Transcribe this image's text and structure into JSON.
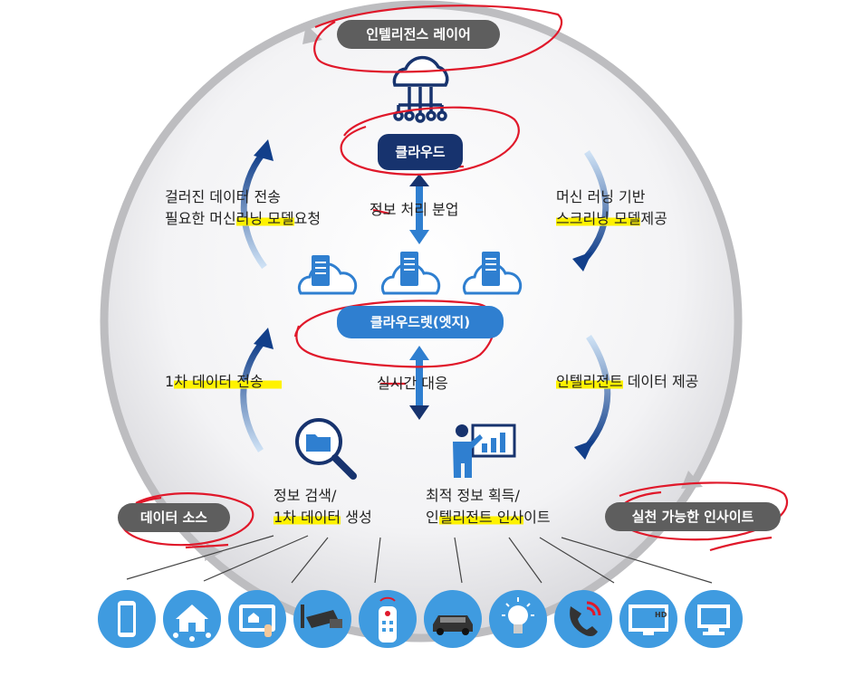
{
  "layers": {
    "intelligence": "인텔리전스 레이어",
    "data_source": "데이터 소스",
    "actionable_insight": "실천 가능한 인사이트"
  },
  "nodes": {
    "cloud": "클라우드",
    "cloudlet": "클라우드렛(엣지)"
  },
  "labels": {
    "processing_split": "정보 처리 분업",
    "realtime": "실시간 대응",
    "left_top_line1": "걸러진 데이터 전송",
    "left_top_line2_a": "필요한 머신",
    "left_top_line2_b": "러닝 모델",
    "left_top_line2_c": "요청",
    "right_top_line1": "머신 러닝 기반",
    "right_top_line2_a": "스크리닝 모델",
    "right_top_line2_b": "제공",
    "left_mid_a": "1",
    "left_mid_b": "차 데이터 전송",
    "right_mid_a": "인텔리전트",
    "right_mid_b": " 데이터 제공",
    "search_line1": "정보 검색/",
    "search_line2_a": "1차 데이터",
    "search_line2_b": " 생성",
    "insight_line1": "최적 정보 획득/",
    "insight_line2_a": "인",
    "insight_line2_b": "텔리전트",
    "insight_line2_c": " 인사",
    "insight_line2_d": "이트"
  },
  "devices": [
    "smartphone-icon",
    "smart-home-icon",
    "tablet-icon",
    "cctv-camera-icon",
    "remote-control-icon",
    "car-icon",
    "light-bulb-icon",
    "phone-call-icon",
    "hd-tv-icon",
    "desktop-monitor-icon"
  ],
  "device_tv_badge": "HD",
  "colors": {
    "navy": "#17336e",
    "blue": "#2f7fd0",
    "device_blue": "#3f9be0",
    "pill_gray": "#5e5e5e",
    "highlight": "#fff200",
    "annotation_red": "#e0182a"
  }
}
